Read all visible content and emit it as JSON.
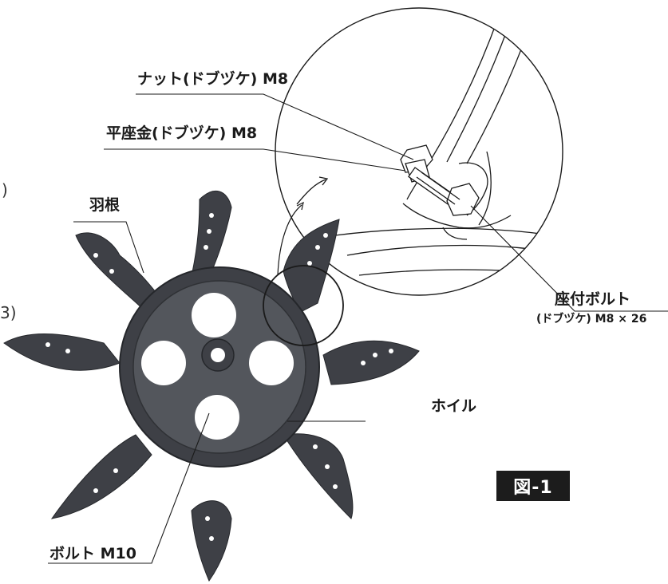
{
  "labels": {
    "nut": "ナット(ドブヅケ) M8",
    "washer": "平座金(ドブヅケ) M8",
    "blade": "羽根",
    "seat_bolt_line1": "座付ボルト",
    "seat_bolt_line2": "(ドブヅケ) M8 × 26",
    "wheel": "ホイル",
    "bolt": "ボルト M10"
  },
  "figure_label": "図-1",
  "edge_fragments": {
    "top": ")",
    "middle": "3)"
  },
  "colors": {
    "part": "#3e4046",
    "part_dark": "#25272b",
    "part_light": "#6a6d73",
    "line": "#1a1a1a"
  }
}
